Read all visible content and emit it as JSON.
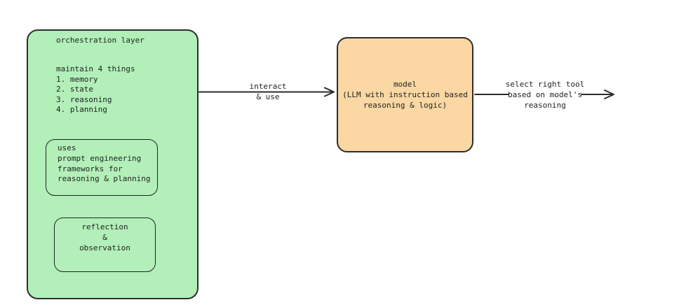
{
  "colors": {
    "background": "#ffffff",
    "orchestration_fill": "#b2efb9",
    "model_fill": "#fad7a3",
    "stroke": "#2b2b2b",
    "text": "#1f1f1f"
  },
  "orchestration": {
    "title": "orchestration layer",
    "notes": "maintain 4 things\n1. memory\n2. state\n3. reasoning\n4. planning",
    "prompt_engineering_note": "uses\nprompt engineering\nframeworks for\nreasoning & planning",
    "reflection_note": "reflection\n&\nobservation"
  },
  "model": {
    "label": "model\n(LLM with instruction based\nreasoning & logic)"
  },
  "arrows": {
    "interact": {
      "label": "interact\n& use"
    },
    "select_tool": {
      "label": "select right tool\nbased on model's\nreasoning"
    }
  }
}
